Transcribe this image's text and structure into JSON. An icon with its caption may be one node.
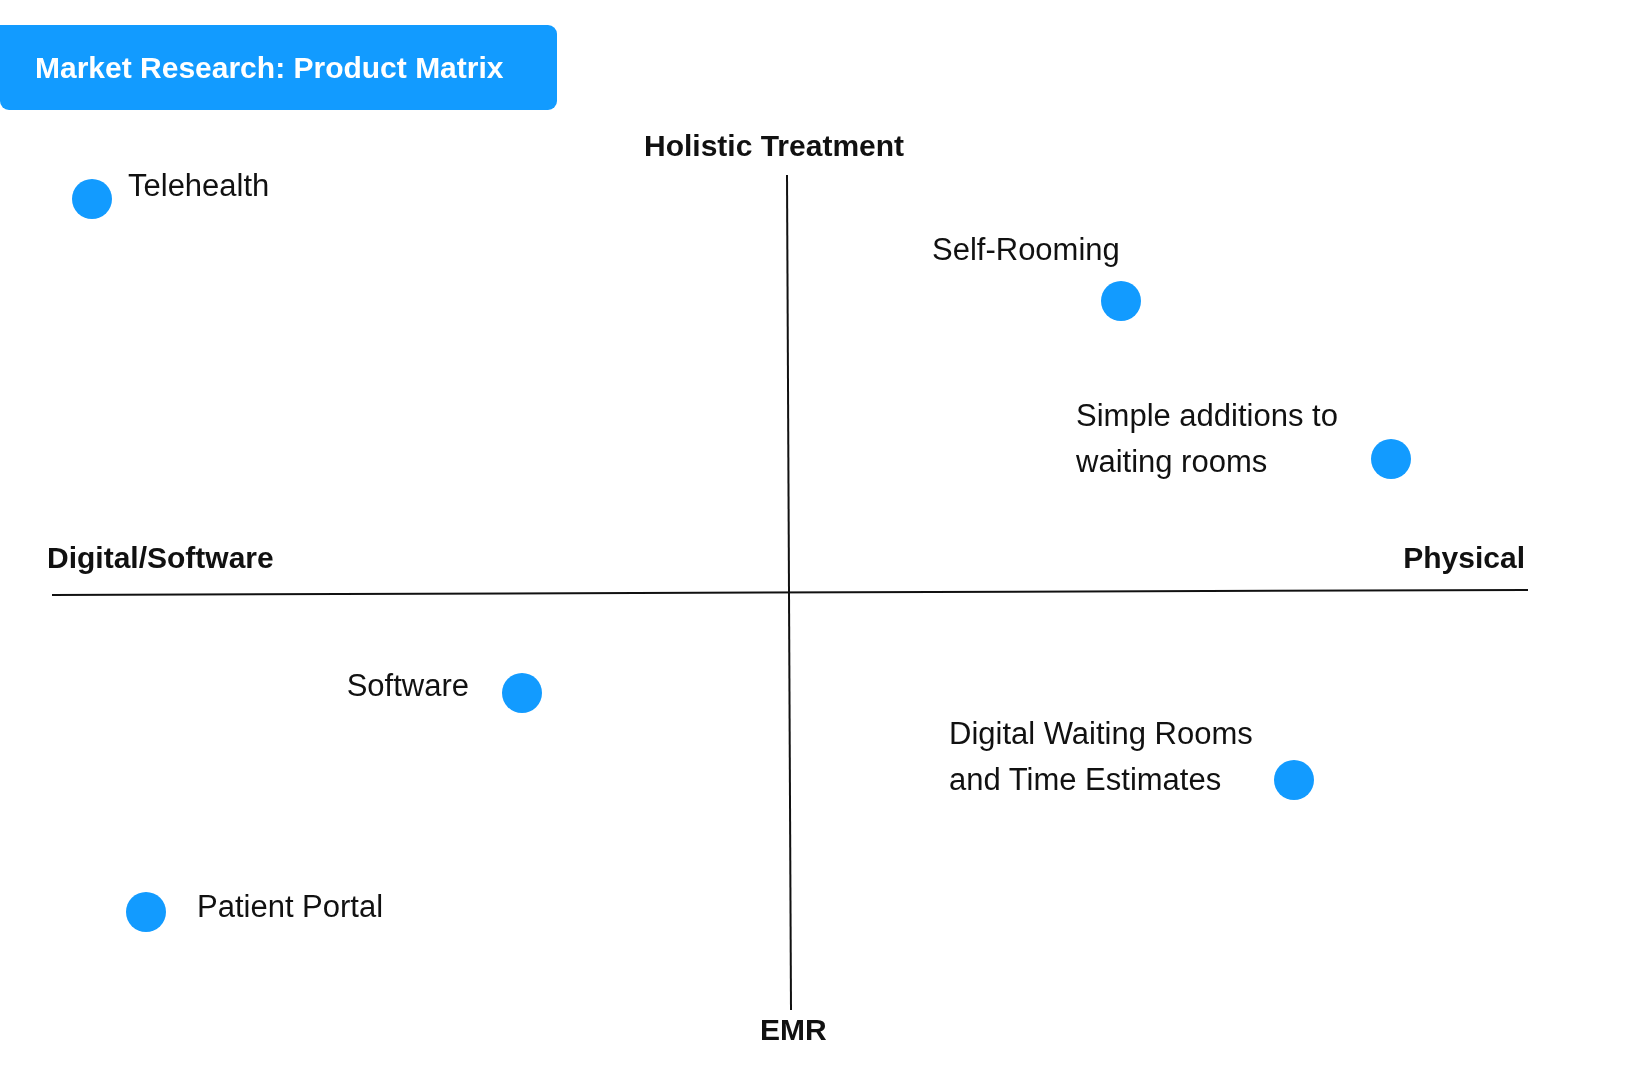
{
  "diagram": {
    "title": "Market Research: Product Matrix",
    "nodes": [
      {
        "text": [],
        "shape": "circle",
        "beside": [
          "Telehealth"
        ]
      },
      {
        "text": [],
        "shape": "circle",
        "beside": [
          "Self-Rooming"
        ]
      },
      {
        "text": [],
        "shape": "circle",
        "beside": [
          "Simple additions to waiting rooms"
        ]
      },
      {
        "text": [],
        "shape": "circle",
        "beside": [
          "Software"
        ]
      },
      {
        "text": [],
        "shape": "circle",
        "beside": [
          "Digital Waiting Rooms and Time Estimates"
        ]
      },
      {
        "text": [],
        "shape": "circle",
        "beside": [
          "Patient Portal"
        ]
      }
    ],
    "labels": [
      "Holistic Treatment",
      "Digital/Software",
      "Physical",
      "EMR"
    ]
  }
}
